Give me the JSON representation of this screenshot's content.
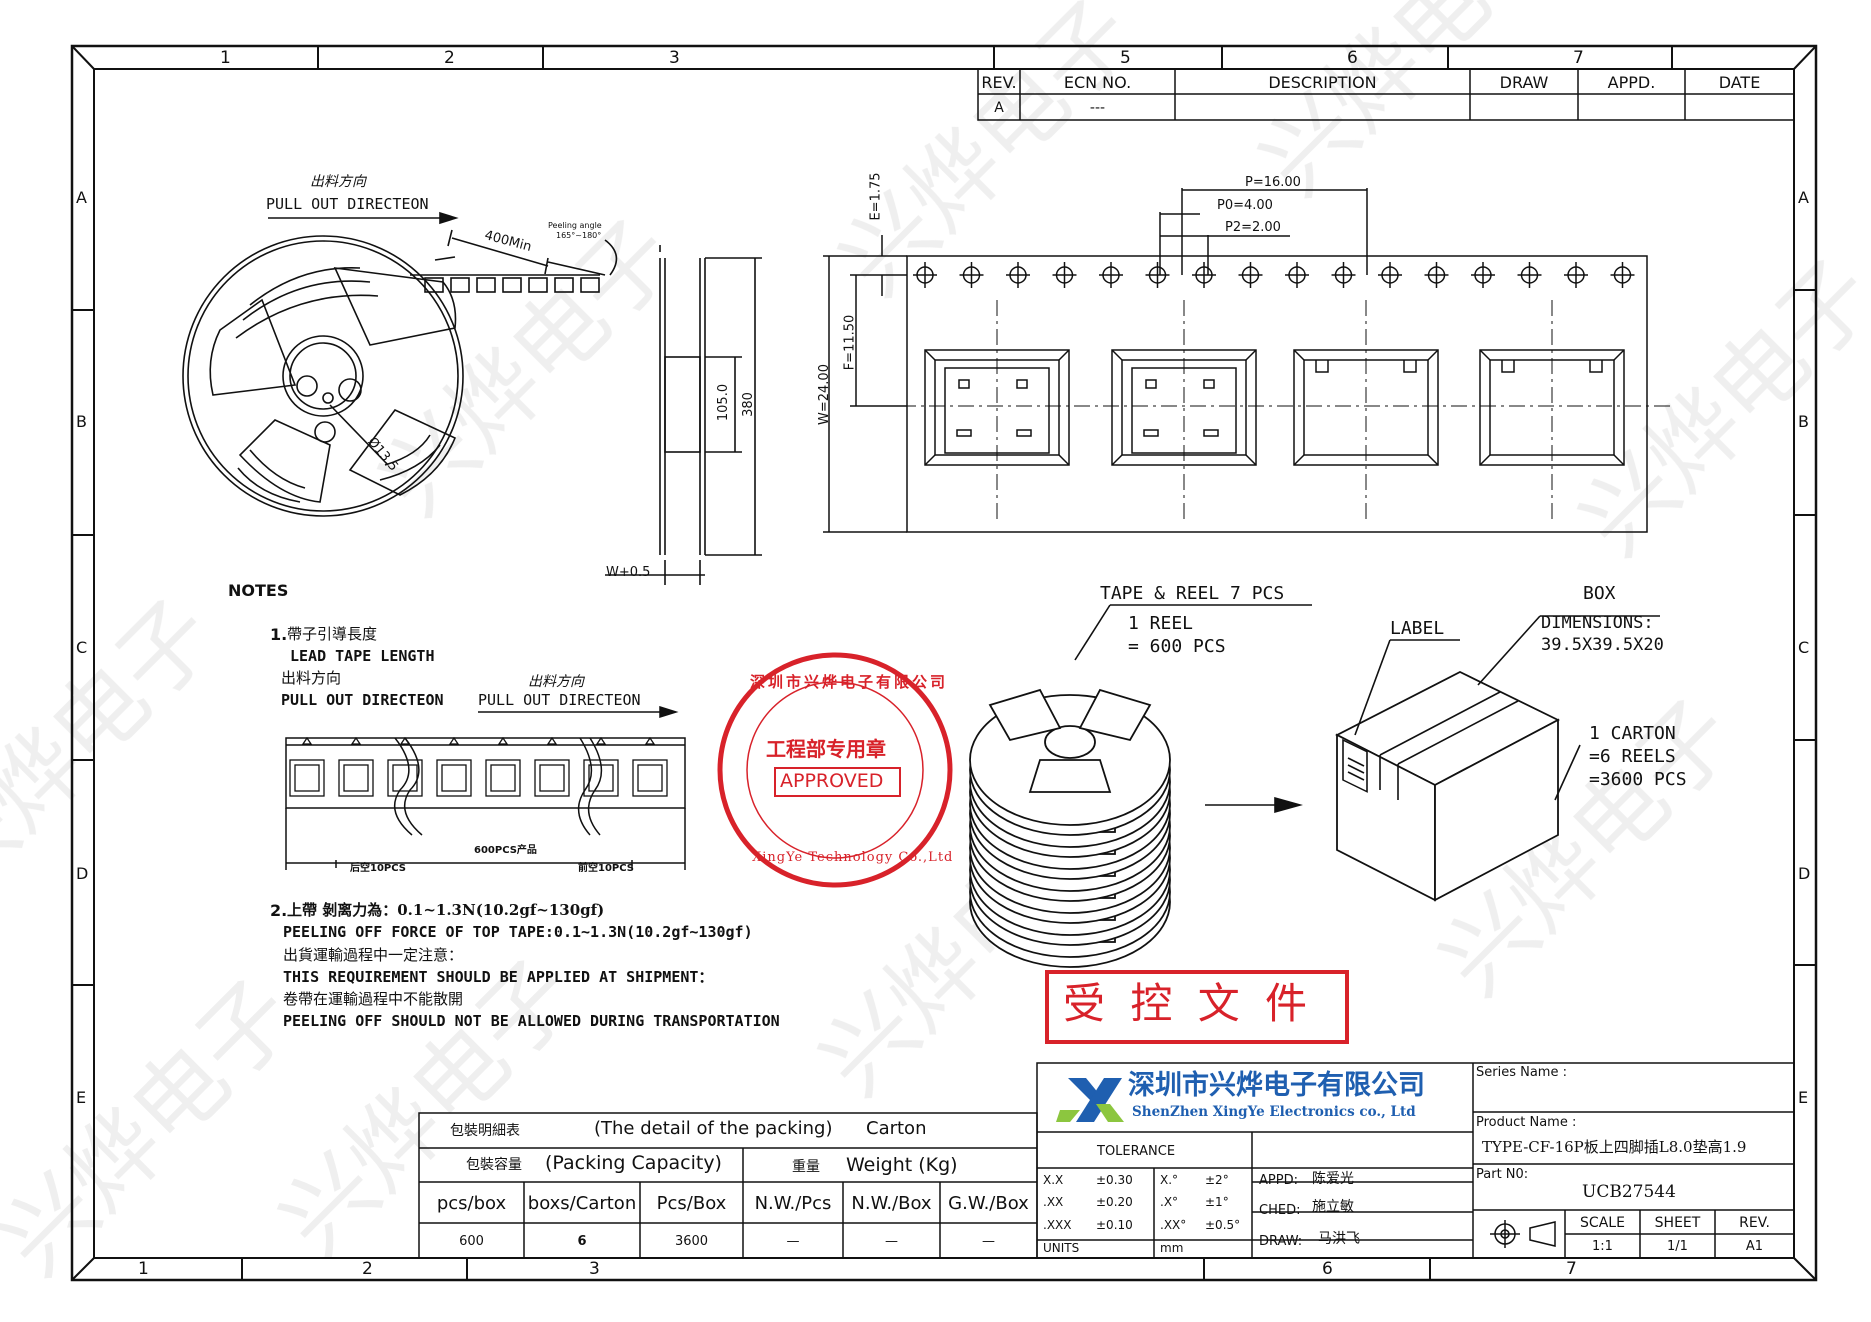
{
  "grid": {
    "top_cols": [
      "1",
      "2",
      "3",
      "5",
      "6",
      "7"
    ],
    "bottom_cols": [
      "1",
      "2",
      "3",
      "6",
      "7"
    ],
    "rows": [
      "A",
      "B",
      "C",
      "D",
      "E"
    ]
  },
  "revision": {
    "headers": [
      "REV.",
      "ECN NO.",
      "DESCRIPTION",
      "DRAW",
      "APPD.",
      "DATE"
    ],
    "row": [
      "A",
      "---",
      "",
      "",
      "",
      ""
    ]
  },
  "reel_view": {
    "chinese_dir": "出料方向",
    "pull_out": "PULL OUT DIRECTEON",
    "lead_len": "400Min",
    "peel_angle_label": "Peeling angle",
    "peel_angle_value": "165°~180°",
    "hub_dia": "Ø13.5",
    "flange_inner": "105.0",
    "flange_outer": "380",
    "width": "W+0.5"
  },
  "tape_view": {
    "e": "E=1.75",
    "p": "P=16.00",
    "p0": "P0=4.00",
    "p2": "P2=2.00",
    "f": "F=11.50",
    "w": "W=24.00"
  },
  "notes": {
    "title": "NOTES",
    "n1_num": "1.",
    "n1_cn": "帶子引導長度",
    "n1_en": "LEAD TAPE LENGTH",
    "n1_dir_cn": "出料方向",
    "n1_dir_en": "PULL OUT DIRECTEON",
    "n1_dir_cn2": "出料方向",
    "n1_dir_en2": "PULL OUT DIRECTEON",
    "tape_mid": "600PCS产品",
    "tape_left": "后空10PCS",
    "tape_right": "前空10PCS",
    "n2_num": "2.",
    "n2_cn": "上帶 剝离力為：0.1~1.3N(10.2gf~130gf)",
    "n2_en": "PEELING OFF FORCE OF TOP TAPE:0.1~1.3N(10.2gf~130gf)",
    "n2_cn2": "出貨運輸過程中一定注意：",
    "n2_en2": "THIS REQUIREMENT SHOULD BE APPLIED AT SHIPMENT：",
    "n2_cn3": "卷帶在運輸過程中不能散開",
    "n2_en3": "PEELING OFF SHOULD NOT BE ALLOWED DURING TRANSPORTATION"
  },
  "stamp": {
    "ring_text": "深圳市兴烨电子有限公司",
    "ring_en": "XingYe Technology Co.,Ltd",
    "center": "工程部专用章",
    "approved": "APPROVED"
  },
  "packing_info": {
    "tape_reel": "TAPE & REEL 7 PCS",
    "reel": "1 REEL",
    "reel_pcs": "= 600 PCS",
    "label": "LABEL",
    "box": "BOX",
    "dims_label": "DIMENSIONS:",
    "dims_value": "39.5X39.5X20",
    "carton": "1 CARTON",
    "carton_reels": "=6 REELS",
    "carton_pcs": "=3600 PCS"
  },
  "controlled_doc": "受 控 文 件",
  "packing_table": {
    "title_cn": "包裝明細表",
    "title_en": "(The detail of the packing)",
    "title_en2": "Carton",
    "capacity_cn": "包裝容量",
    "capacity_en": "(Packing Capacity)",
    "weight_cn": "重量",
    "weight_en": "Weight (Kg)",
    "headers": [
      "pcs/box",
      "boxs/Carton",
      "Pcs/Box",
      "N.W./Pcs",
      "N.W./Box",
      "G.W./Box"
    ],
    "values": [
      "600",
      "6",
      "3600",
      "—",
      "—",
      "—"
    ]
  },
  "title_block": {
    "company_cn": "深圳市兴烨电子有限公司",
    "company_en": "ShenZhen XingYe Electronics co., Ltd",
    "logo_color": "#1f5fb0",
    "logo_accent": "#8cc63f",
    "series_label": "Series Name :",
    "product_label": "Product Name :",
    "product_value": "TYPE-CF-16P板上四脚插L8.0垫高1.9",
    "partno_label": "Part N0:",
    "partno_value": "UCB27544",
    "tolerance": "TOLERANCE",
    "tol_rows": [
      [
        "X.X",
        "±0.30",
        "X.°",
        "±2°"
      ],
      [
        ".XX",
        "±0.20",
        ".X°",
        "±1°"
      ],
      [
        ".XXX",
        "±0.10",
        ".XX°",
        "±0.5°"
      ]
    ],
    "units_label": "UNITS",
    "units_value": "mm",
    "appd_label": "APPD:",
    "appd_value": "陈爱光",
    "ched_label": "CHED:",
    "ched_value": "施立敏",
    "draw_label": "DRAW:",
    "draw_value": "马洪飞",
    "scale_label": "SCALE",
    "scale_value": "1:1",
    "sheet_label": "SHEET",
    "sheet_value": "1/1",
    "rev_label": "REV.",
    "rev_value": "A1"
  },
  "watermark": "兴烨电子"
}
